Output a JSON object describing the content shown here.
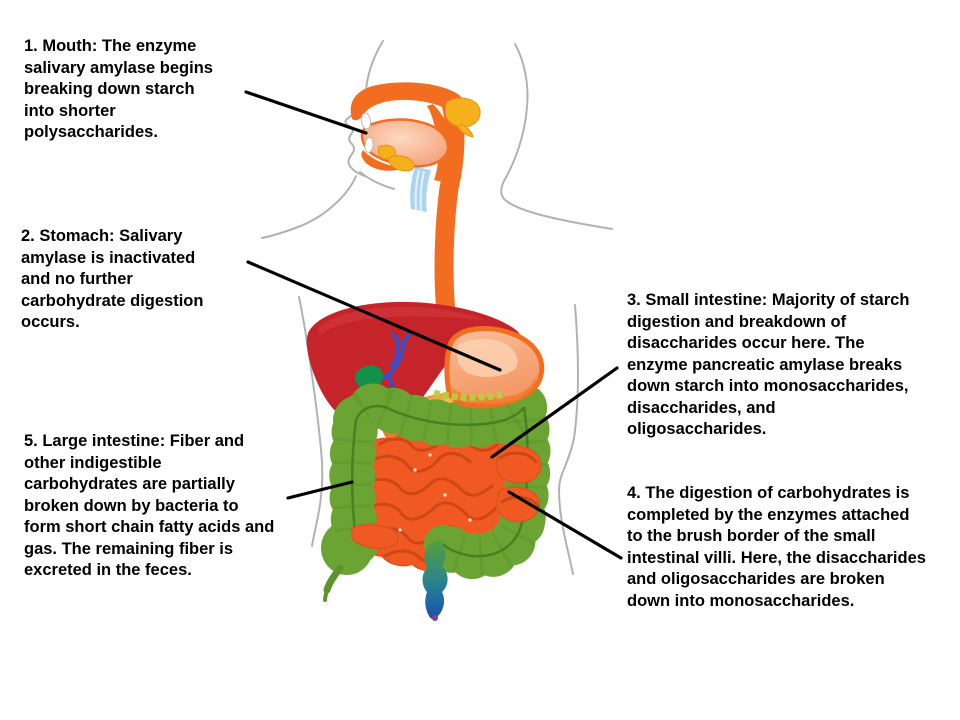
{
  "figure": {
    "background": "#ffffff"
  },
  "annotations": [
    {
      "number": "1",
      "target": "mouth",
      "text": "1. Mouth: The enzyme salivary amylase begins breaking down starch into shorter polysaccharides."
    },
    {
      "number": "2",
      "target": "stomach",
      "text": "2. Stomach: Salivary amylase is inactivated and no further carbohydrate digestion occurs."
    },
    {
      "number": "3",
      "target": "small-intestine",
      "text": "3. Small intestine: Majority of starch digestion and breakdown of disaccharides occur here. The enzyme pancreatic amylase breaks down starch into monosaccharides, disaccharides, and oligosaccharides."
    },
    {
      "number": "4",
      "target": "small-intestine-brush-border",
      "text": "4. The digestion of carbohydrates is completed by the enzymes attached to the brush border of the small intestinal villi. Here, the disaccharides and oligosaccharides are broken down into monosaccharides."
    },
    {
      "number": "5",
      "target": "large-intestine",
      "text": "5. Large intestine: Fiber and other indigestible carbohydrates are partially broken down by bacteria to form short chain fatty acids and gas. The remaining fiber is excreted in the feces."
    }
  ],
  "illustration": {
    "type": "human-digestive-system-profile",
    "organs": [
      "mouth",
      "teeth",
      "tongue",
      "salivary-glands",
      "pharynx",
      "trachea",
      "esophagus",
      "liver",
      "gallbladder",
      "bile-duct",
      "stomach",
      "pancreas",
      "duodenum",
      "small-intestine",
      "large-intestine",
      "cecum",
      "appendix",
      "sigmoid-colon",
      "rectum"
    ],
    "colors": {
      "body_outline": "#b2b2b2",
      "gi_orange": "#f36d21",
      "stomach_fill": "#f7a97c",
      "tongue_fill": "#f8b795",
      "liver_red": "#c5242b",
      "pancreas_yellow": "#f7a33e",
      "salivary_gold": "#f6b01b",
      "trachea_blue": "#aad4f1",
      "gallbladder_green": "#12914b",
      "bile_duct_blue": "#3050cf",
      "large_intestine_green": "#6ca434",
      "large_intestine_shade": "#4e8a28",
      "small_intestine_orange": "#f05a22",
      "small_intestine_line": "#c34312",
      "rectum_blue": "#1d60ae",
      "leader_line": "#000000"
    }
  }
}
